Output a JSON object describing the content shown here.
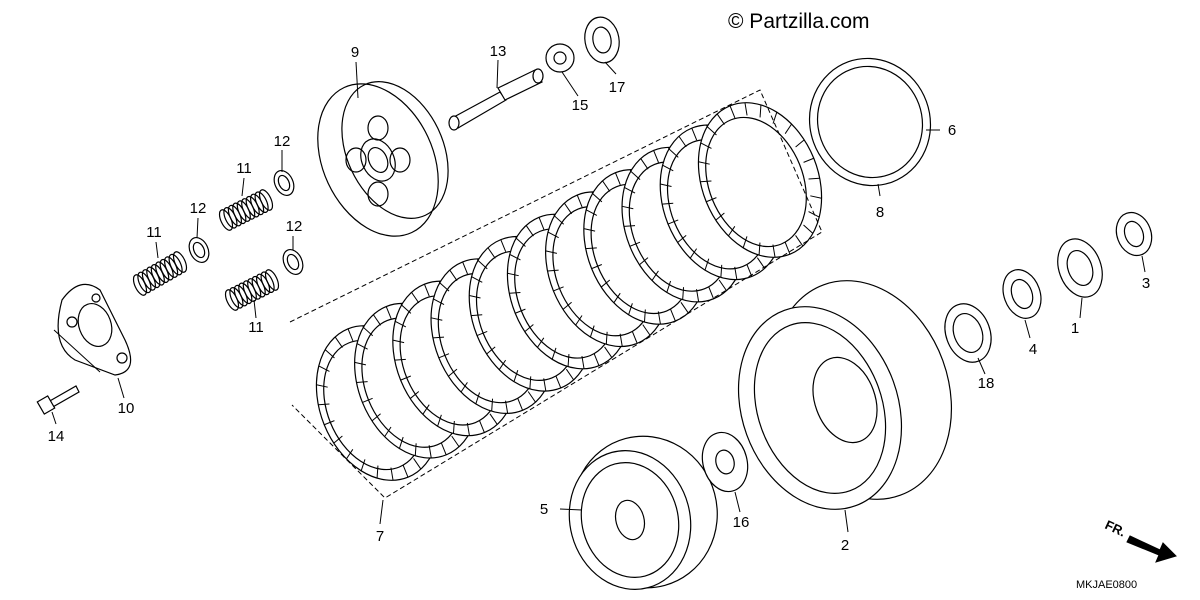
{
  "watermark": "© Partzilla.com",
  "diagram_code": "MKJAE0800",
  "direction_label": "FR.",
  "callouts": [
    {
      "id": "c1",
      "text": "1"
    },
    {
      "id": "c2",
      "text": "2"
    },
    {
      "id": "c3",
      "text": "3"
    },
    {
      "id": "c4",
      "text": "4"
    },
    {
      "id": "c5",
      "text": "5"
    },
    {
      "id": "c6",
      "text": "6"
    },
    {
      "id": "c7",
      "text": "7"
    },
    {
      "id": "c8",
      "text": "8"
    },
    {
      "id": "c9",
      "text": "9"
    },
    {
      "id": "c10",
      "text": "10"
    },
    {
      "id": "c11a",
      "text": "11"
    },
    {
      "id": "c11b",
      "text": "11"
    },
    {
      "id": "c11c",
      "text": "11"
    },
    {
      "id": "c12a",
      "text": "12"
    },
    {
      "id": "c12b",
      "text": "12"
    },
    {
      "id": "c12c",
      "text": "12"
    },
    {
      "id": "c13",
      "text": "13"
    },
    {
      "id": "c14",
      "text": "14"
    },
    {
      "id": "c15",
      "text": "15"
    },
    {
      "id": "c16",
      "text": "16"
    },
    {
      "id": "c17",
      "text": "17"
    },
    {
      "id": "c18",
      "text": "18"
    }
  ]
}
